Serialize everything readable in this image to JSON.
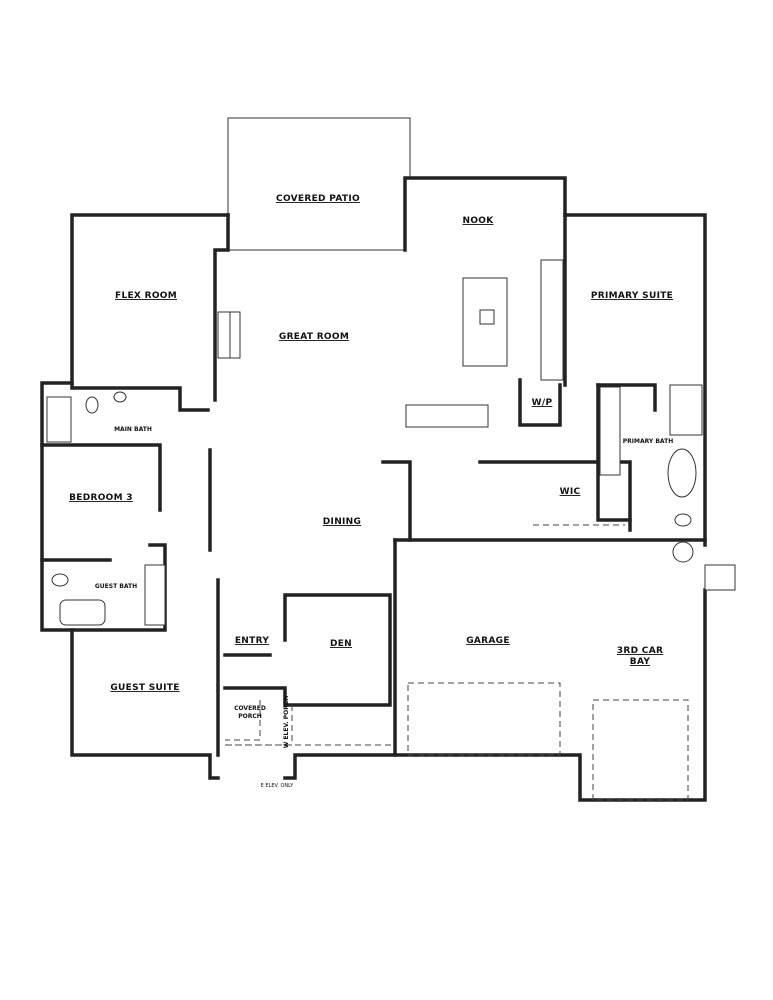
{
  "rooms": {
    "covered_patio": "COVERED PATIO",
    "nook": "NOOK",
    "flex_room": "FLEX ROOM",
    "great_room": "GREAT ROOM",
    "primary_suite": "PRIMARY SUITE",
    "main_bath": "MAIN BATH",
    "wp": "W/P",
    "primary_bath": "PRIMARY BATH",
    "bedroom_3": "BEDROOM 3",
    "dining": "DINING",
    "wic": "WIC",
    "guest_bath": "GUEST BATH",
    "garage": "GARAGE",
    "third_car_bay_1": "3RD CAR",
    "third_car_bay_2": "BAY",
    "entry": "ENTRY",
    "den": "DEN",
    "guest_suite": "GUEST SUITE",
    "covered_porch_1": "COVERED",
    "covered_porch_2": "PORCH",
    "porch_note": "W ELEV. PORCH",
    "elev_note": "E ELEV. ONLY"
  }
}
